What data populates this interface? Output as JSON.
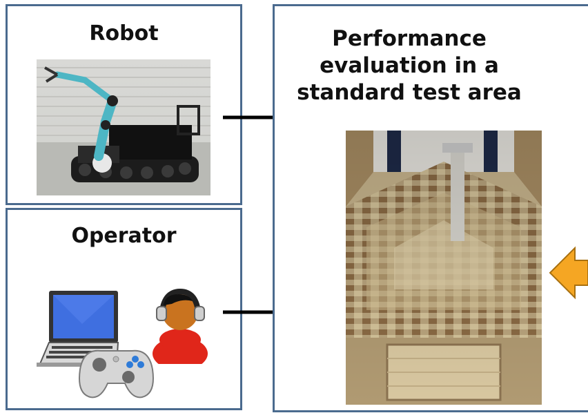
{
  "robot_panel": {
    "title": "Robot"
  },
  "operator_panel": {
    "title": "Operator"
  },
  "evaluation_panel": {
    "title_lines": [
      "Performance",
      "evaluation in a",
      "standard test area"
    ]
  },
  "colors": {
    "box_border": "#4a6a8e",
    "arrow": "#000000",
    "side_arrow_fill": "#f5a623",
    "laptop_screen": "#3f6fe0",
    "person_body": "#e0261a"
  },
  "icons": [
    "robot-photo",
    "laptop-icon",
    "gamepad-icon",
    "person-headset-icon",
    "test-arena-photo",
    "orange-arrow-icon"
  ]
}
